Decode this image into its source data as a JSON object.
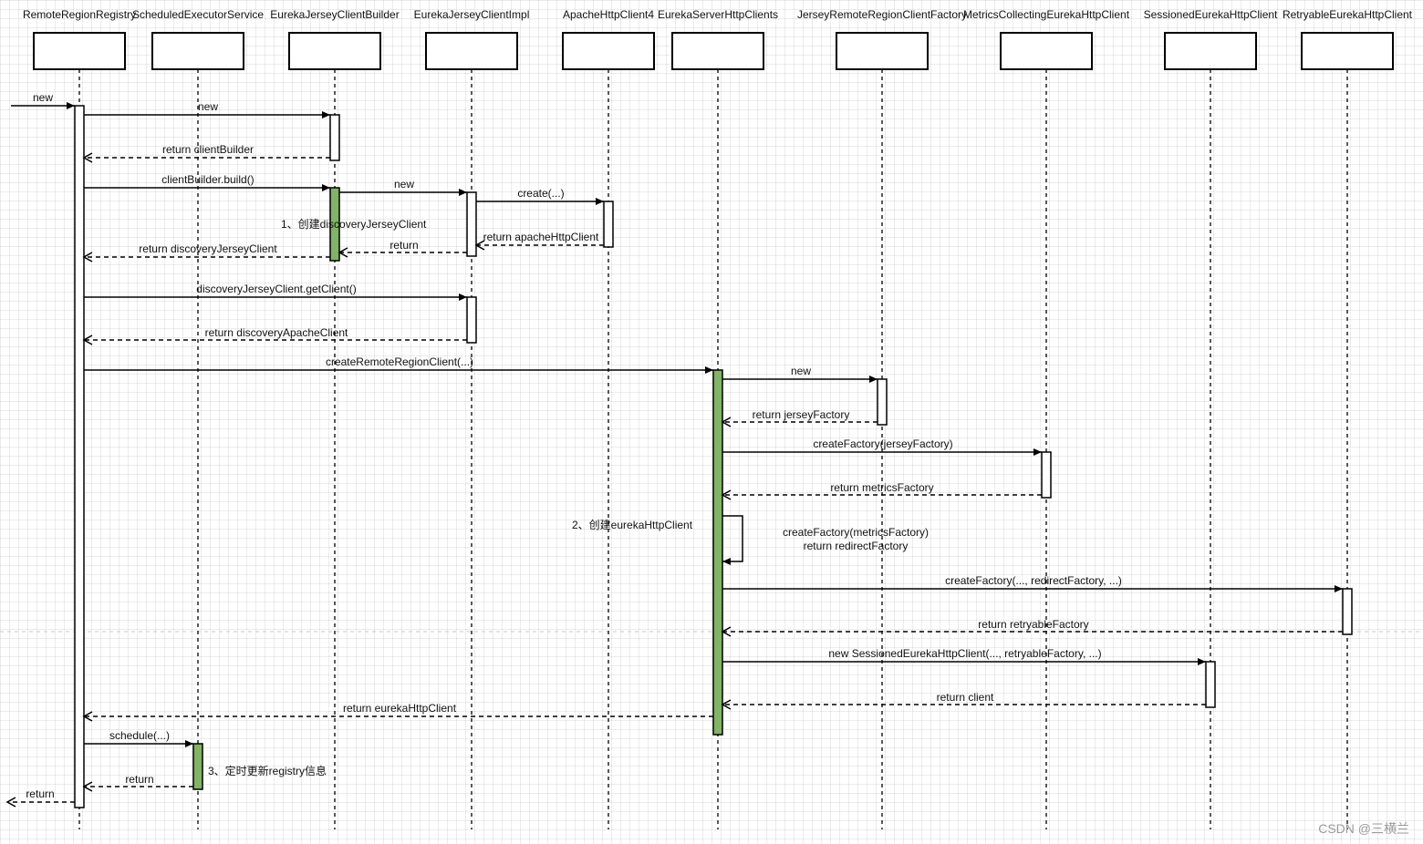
{
  "participants": [
    {
      "id": "RemoteRegionRegistry",
      "label": "RemoteRegionRegistry"
    },
    {
      "id": "ScheduledExecutorService",
      "label": "ScheduledExecutorService"
    },
    {
      "id": "EurekaJerseyClientBuilder",
      "label": "EurekaJerseyClientBuilder"
    },
    {
      "id": "EurekaJerseyClientImpl",
      "label": "EurekaJerseyClientImpl"
    },
    {
      "id": "ApacheHttpClient4",
      "label": "ApacheHttpClient4"
    },
    {
      "id": "EurekaServerHttpClients",
      "label": "EurekaServerHttpClients"
    },
    {
      "id": "JerseyRemoteRegionClientFactory",
      "label": "JerseyRemoteRegionClientFactory"
    },
    {
      "id": "MetricsCollectingEurekaHttpClient",
      "label": "MetricsCollectingEurekaHttpClient"
    },
    {
      "id": "SessionedEurekaHttpClient",
      "label": "SessionedEurekaHttpClient"
    },
    {
      "id": "RetryableEurekaHttpClient",
      "label": "RetryableEurekaHttpClient"
    }
  ],
  "activations": [
    {
      "participant": "RemoteRegionRegistry",
      "highlight": false
    },
    {
      "participant": "EurekaJerseyClientBuilder",
      "highlight": false
    },
    {
      "participant": "EurekaJerseyClientBuilder",
      "highlight": true
    },
    {
      "participant": "EurekaJerseyClientImpl",
      "highlight": false
    },
    {
      "participant": "ApacheHttpClient4",
      "highlight": false
    },
    {
      "participant": "EurekaJerseyClientImpl",
      "highlight": false
    },
    {
      "participant": "EurekaServerHttpClients",
      "highlight": true
    },
    {
      "participant": "JerseyRemoteRegionClientFactory",
      "highlight": false
    },
    {
      "participant": "MetricsCollectingEurekaHttpClient",
      "highlight": false
    },
    {
      "participant": "RetryableEurekaHttpClient",
      "highlight": false
    },
    {
      "participant": "SessionedEurekaHttpClient",
      "highlight": false
    },
    {
      "participant": "ScheduledExecutorService",
      "highlight": true
    }
  ],
  "messages": [
    {
      "label": "new",
      "from": "",
      "to": "RemoteRegionRegistry",
      "style": "sync"
    },
    {
      "label": "new",
      "from": "RemoteRegionRegistry",
      "to": "EurekaJerseyClientBuilder",
      "style": "sync"
    },
    {
      "label": "return clientBuilder",
      "from": "EurekaJerseyClientBuilder",
      "to": "RemoteRegionRegistry",
      "style": "return"
    },
    {
      "label": "clientBuilder.build()",
      "from": "RemoteRegionRegistry",
      "to": "EurekaJerseyClientBuilder",
      "style": "sync"
    },
    {
      "label": "new",
      "from": "EurekaJerseyClientBuilder",
      "to": "EurekaJerseyClientImpl",
      "style": "sync"
    },
    {
      "label": "create(...)",
      "from": "EurekaJerseyClientImpl",
      "to": "ApacheHttpClient4",
      "style": "sync"
    },
    {
      "label": "return apacheHttpClient",
      "from": "ApacheHttpClient4",
      "to": "EurekaJerseyClientImpl",
      "style": "return"
    },
    {
      "label": "return",
      "from": "EurekaJerseyClientImpl",
      "to": "EurekaJerseyClientBuilder",
      "style": "return"
    },
    {
      "label": "return discoveryJerseyClient",
      "from": "EurekaJerseyClientBuilder",
      "to": "RemoteRegionRegistry",
      "style": "return"
    },
    {
      "label": "discoveryJerseyClient.getClient()",
      "from": "RemoteRegionRegistry",
      "to": "EurekaJerseyClientImpl",
      "style": "sync"
    },
    {
      "label": "return discoveryApacheClient",
      "from": "EurekaJerseyClientImpl",
      "to": "RemoteRegionRegistry",
      "style": "return"
    },
    {
      "label": "createRemoteRegionClient(...)",
      "from": "RemoteRegionRegistry",
      "to": "EurekaServerHttpClients",
      "style": "sync"
    },
    {
      "label": "new",
      "from": "EurekaServerHttpClients",
      "to": "JerseyRemoteRegionClientFactory",
      "style": "sync"
    },
    {
      "label": "return jerseyFactory",
      "from": "JerseyRemoteRegionClientFactory",
      "to": "EurekaServerHttpClients",
      "style": "return"
    },
    {
      "label": "createFactory(jerseyFactory)",
      "from": "EurekaServerHttpClients",
      "to": "MetricsCollectingEurekaHttpClient",
      "style": "sync"
    },
    {
      "label": "return metricsFactory",
      "from": "MetricsCollectingEurekaHttpClient",
      "to": "EurekaServerHttpClients",
      "style": "return"
    },
    {
      "label": "createFactory(metricsFactory)",
      "label2": "return redirectFactory",
      "from": "EurekaServerHttpClients",
      "to": "EurekaServerHttpClients",
      "style": "self"
    },
    {
      "label": "createFactory(..., redirectFactory, ...)",
      "from": "EurekaServerHttpClients",
      "to": "RetryableEurekaHttpClient",
      "style": "sync"
    },
    {
      "label": "return retryableFactory",
      "from": "RetryableEurekaHttpClient",
      "to": "EurekaServerHttpClients",
      "style": "return"
    },
    {
      "label": "new SessionedEurekaHttpClient(..., retryableFactory, ...)",
      "from": "EurekaServerHttpClients",
      "to": "SessionedEurekaHttpClient",
      "style": "sync"
    },
    {
      "label": "return client",
      "from": "SessionedEurekaHttpClient",
      "to": "EurekaServerHttpClients",
      "style": "return"
    },
    {
      "label": "return eurekaHttpClient",
      "from": "EurekaServerHttpClients",
      "to": "RemoteRegionRegistry",
      "style": "return"
    },
    {
      "label": "schedule(...)",
      "from": "RemoteRegionRegistry",
      "to": "ScheduledExecutorService",
      "style": "sync"
    },
    {
      "label": "return",
      "from": "ScheduledExecutorService",
      "to": "RemoteRegionRegistry",
      "style": "return"
    },
    {
      "label": "return",
      "from": "RemoteRegionRegistry",
      "to": "",
      "style": "return"
    }
  ],
  "notes": [
    {
      "text": "1、创建discoveryJerseyClient"
    },
    {
      "text": "2、创建eurekaHttpClient"
    },
    {
      "text": "3、定时更新registry信息"
    }
  ],
  "watermark": "CSDN @三横兰",
  "colors": {
    "activation_highlight": "#82b366",
    "activation_plain": "#ffffff",
    "line": "#000000"
  }
}
